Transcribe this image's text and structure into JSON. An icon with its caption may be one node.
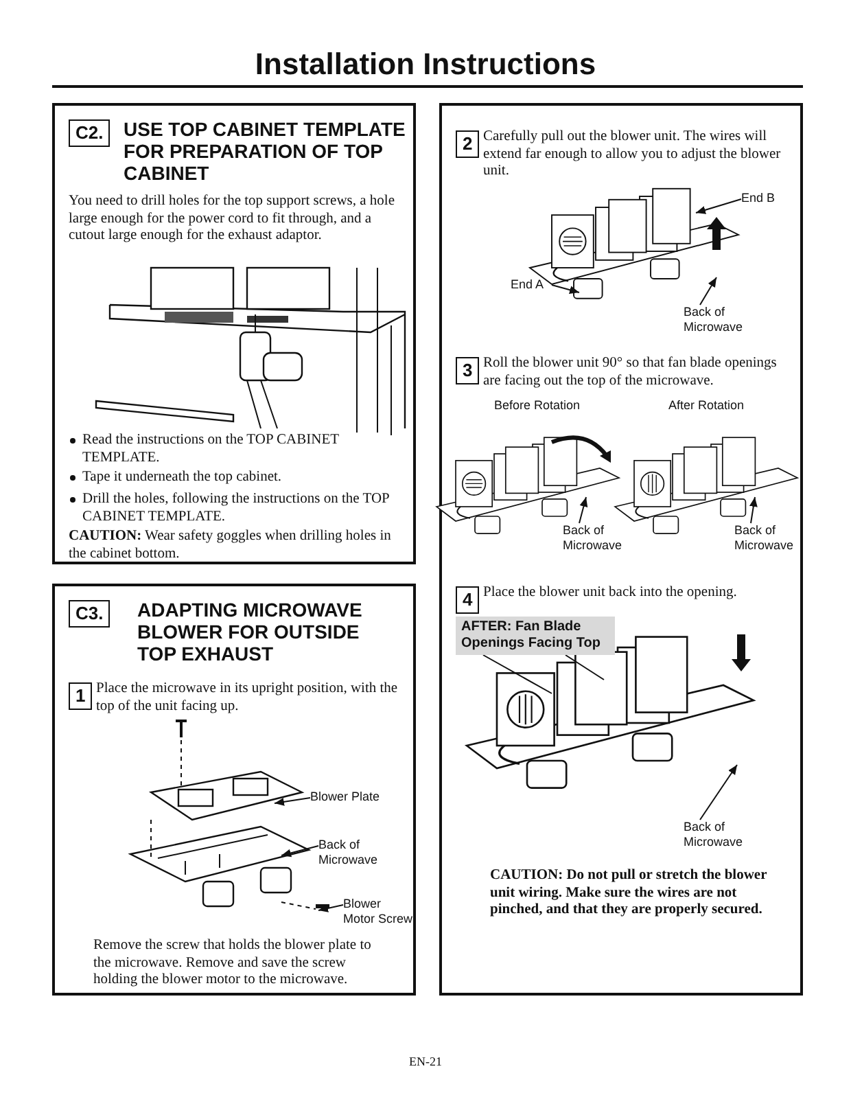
{
  "diagram": {
    "title": "Installation Instructions",
    "nodes": [
      {
        "text": [
          "C2.",
          "USE TOP CABINET TEMPLATE FOR PREPARATION OF TOP CABINET",
          "You need to drill holes for the top support screws, a hole large enough for the power cord to fit through, and a cutout large enough for the exhaust adaptor.",
          "Read the instructions on the TOP CABINET TEMPLATE.",
          "Tape it underneath the top cabinet.",
          "Drill the holes, following the instructions on the TOP CABINET TEMPLATE.",
          "**CAUTION:** Wear safety goggles when drilling holes in the cabinet bottom."
        ]
      },
      {
        "text": [
          "C3.",
          "ADAPTING MICROWAVE BLOWER FOR OUTSIDE TOP EXHAUST",
          "1",
          "Place the microwave in its upright position, with the top of the unit facing up.",
          "Remove the screw that holds the blower plate to the microwave. Remove and save the screw holding the blower motor to the microwave."
        ]
      },
      {
        "text": [
          "Blower Plate"
        ],
        "in": 1
      },
      {
        "text": [
          "Back of Microwave"
        ],
        "in": 1
      },
      {
        "text": [
          "Blower Motor Screw"
        ],
        "in": 1
      },
      {
        "text": [
          "2",
          "Carefully pull out the blower unit. The wires will extend far enough to allow you to adjust the blower unit.",
          "3",
          "Roll the blower unit 90° so that fan blade openings are facing out the top of the microwave.",
          "Before Rotation",
          "After Rotation",
          "4",
          "Place the blower unit back into the opening.",
          "CAUTION: Do not pull or stretch the blower unit wiring. Make sure the wires are not pinched, and that they are properly secured."
        ]
      },
      {
        "text": [
          "End B"
        ],
        "in": 5
      },
      {
        "text": [
          "End A"
        ],
        "in": 5
      },
      {
        "text": [
          "Back of Microwave"
        ],
        "in": 5
      },
      {
        "text": [
          "Back of Microwave"
        ],
        "in": 5
      },
      {
        "text": [
          "Back of Microwave"
        ],
        "in": 5
      },
      {
        "text": [
          "AFTER: Fan Blade Openings Facing Top"
        ],
        "in": 5
      },
      {
        "text": [
          "Back of Microwave"
        ],
        "in": 5
      }
    ],
    "edges": [
      {
        "from": 2,
        "to": null,
        "arrow": "to"
      },
      {
        "from": 3,
        "to": null,
        "arrow": "to"
      },
      {
        "from": 4,
        "to": null,
        "arrow": "to"
      },
      {
        "from": 6,
        "to": null,
        "arrow": "to"
      },
      {
        "from": 7,
        "to": null,
        "arrow": "to"
      },
      {
        "from": 8,
        "to": null,
        "arrow": "to"
      },
      {
        "from": 9,
        "to": null,
        "arrow": "to"
      },
      {
        "from": 10,
        "to": null,
        "arrow": "to"
      },
      {
        "from": 11,
        "to": null,
        "arrow": "none"
      },
      {
        "from": 11,
        "to": null,
        "arrow": "none"
      },
      {
        "from": 12,
        "to": null,
        "arrow": "to"
      }
    ],
    "labels": [
      "EN-21"
    ]
  }
}
